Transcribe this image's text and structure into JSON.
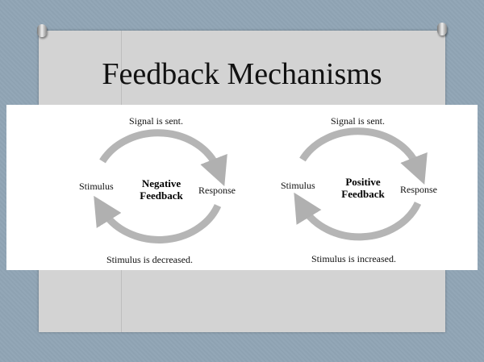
{
  "title": "Feedback Mechanisms",
  "diagrams": [
    {
      "name": "negative",
      "top": "Signal is sent.",
      "left": "Stimulus",
      "right": "Response",
      "center_line1": "Negative",
      "center_line2": "Feedback",
      "bottom": "Stimulus is decreased."
    },
    {
      "name": "positive",
      "top": "Signal is sent.",
      "left": "Stimulus",
      "right": "Response",
      "center_line1": "Positive",
      "center_line2": "Feedback",
      "bottom": "Stimulus is increased."
    }
  ],
  "colors": {
    "background": "#8ea2b2",
    "panel": "#d3d3d3",
    "arrow": "#b5b5b5"
  }
}
